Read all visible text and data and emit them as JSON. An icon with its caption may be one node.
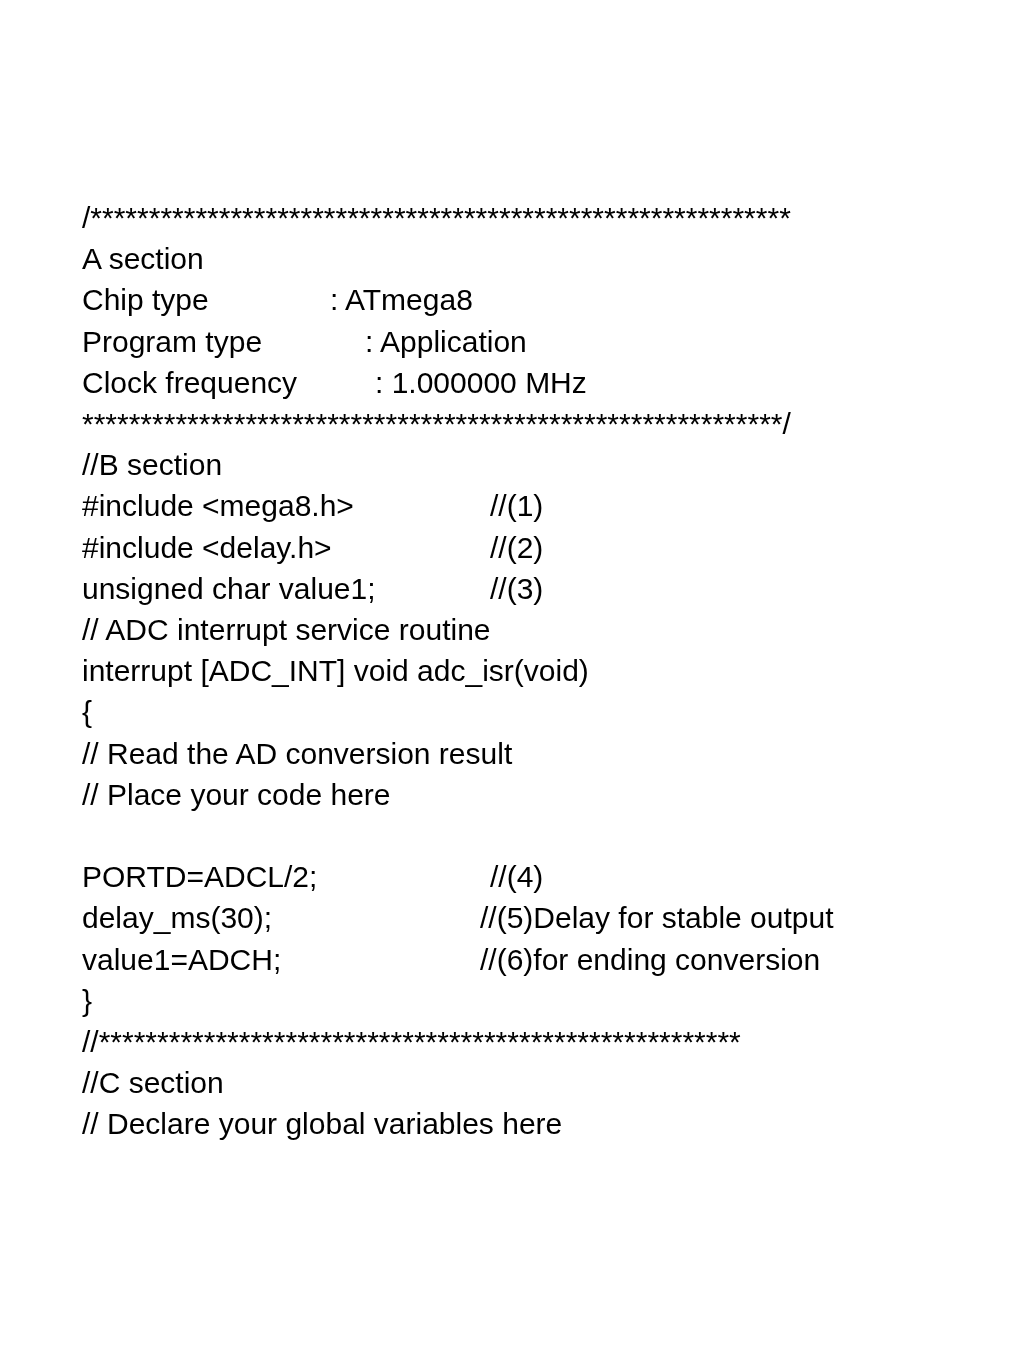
{
  "diagram": {
    "labels": [
      "/************************************************************",
      "A section",
      "Chip type",
      ": ATmega8",
      "Program type",
      ": Application",
      "Clock frequency",
      ": 1.000000 MHz",
      "************************************************************/",
      "//B section",
      "#include <mega8.h>",
      "//(1)",
      "#include <delay.h>",
      "//(2)",
      "unsigned char value1;",
      "//(3)",
      "// ADC interrupt service routine",
      "interrupt [ADC_INT] void adc_isr(void)",
      "{",
      "// Read the AD conversion result",
      "// Place your code here",
      "PORTD=ADCL/2;",
      "//(4)",
      "delay_ms(30);",
      "//(5)Delay for stable output",
      "value1=ADCH;",
      "//(6)for ending conversion",
      "}",
      "//*******************************************************",
      "//C section",
      "// Declare your global variables here"
    ]
  }
}
